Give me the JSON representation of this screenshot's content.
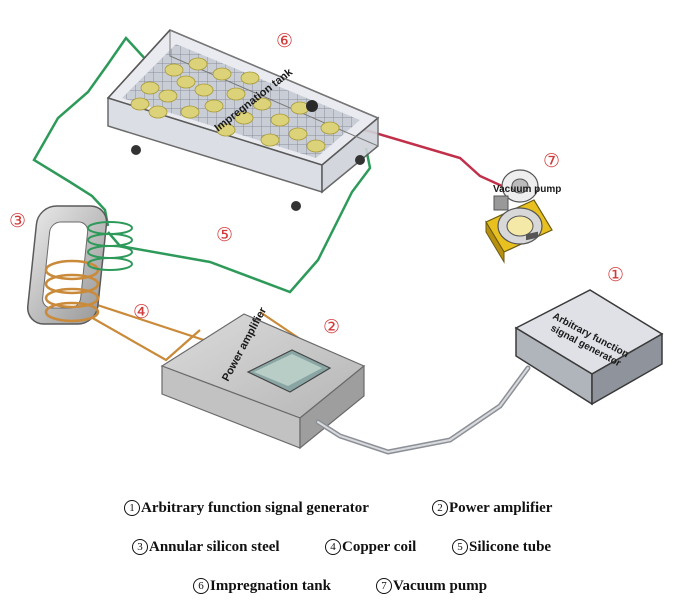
{
  "callouts": {
    "c1": "①",
    "c2": "②",
    "c3": "③",
    "c4": "④",
    "c5": "⑤",
    "c6": "⑥",
    "c7": "⑦"
  },
  "device_labels": {
    "tank": "Impregnation tank",
    "pump": "Vacuum pump",
    "amplifier": "Power amplifier",
    "generator_line1": "Arbitrary function",
    "generator_line2": "signal generator"
  },
  "legend": {
    "item1": {
      "num": "1",
      "text": "Arbitrary function signal generator"
    },
    "item2": {
      "num": "2",
      "text": "Power amplifier"
    },
    "item3": {
      "num": "3",
      "text": "Annular silicon steel"
    },
    "item4": {
      "num": "4",
      "text": "Copper coil"
    },
    "item5": {
      "num": "5",
      "text": "Silicone tube"
    },
    "item6": {
      "num": "6",
      "text": "Impregnation tank"
    },
    "item7": {
      "num": "7",
      "text": "Vacuum pump"
    }
  },
  "colors": {
    "callout": "#d23a3a",
    "silicone_tube": "#2e9a5a",
    "vacuum_line": "#c0304a",
    "copper": "#c98a3a",
    "cable": "#8c9096",
    "pump_body": "#e8c020"
  }
}
